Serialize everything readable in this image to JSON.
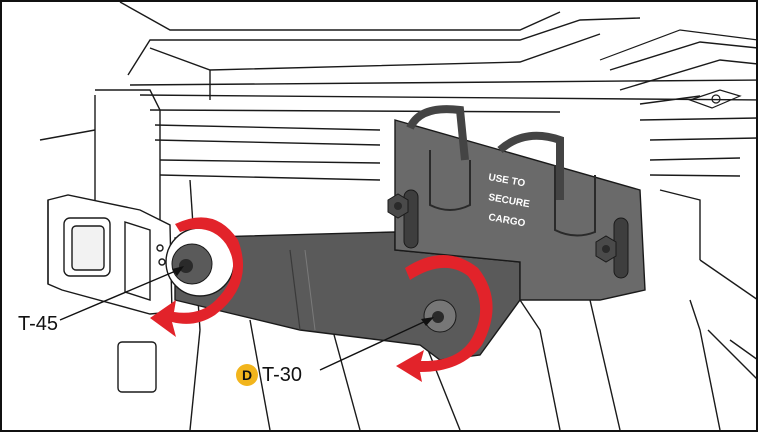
{
  "callouts": {
    "torx_left": "T-45",
    "torx_right": "T-30",
    "step_badge": "D"
  },
  "bracket_stamp": {
    "line1": "USE TO",
    "line2": "SECURE",
    "line3": "CARGO"
  },
  "icons": {
    "rotation_arrow": "curved-rotation-arrow-icon",
    "fastener": "torx-screw-icon"
  },
  "colors": {
    "rotation_arrow": "#e2232a",
    "badge": "#f2b51c",
    "bracket": "#5a5a5a",
    "linework": "#1a1a1a"
  }
}
